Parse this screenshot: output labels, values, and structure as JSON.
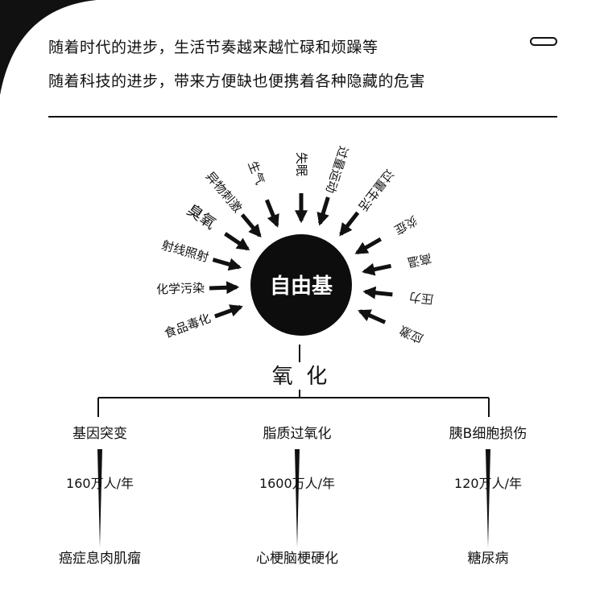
{
  "intro": {
    "line1": "随着时代的进步，生活节奏越来越忙碌和烦躁等",
    "line2": "随着科技的进步，带来方便缺也便携着各种隐藏的危害"
  },
  "hub": "自由基",
  "sources": [
    {
      "label": "食品毒化"
    },
    {
      "label": "化学污染"
    },
    {
      "label": "射线照射"
    },
    {
      "label": "臭氧",
      "big": true
    },
    {
      "label": "异物刺激"
    },
    {
      "label": "生气"
    },
    {
      "label": "失眠"
    },
    {
      "label": "过量运动"
    },
    {
      "label": "过量生活"
    },
    {
      "label": "炎症"
    },
    {
      "label": "高温"
    },
    {
      "label": "压力"
    },
    {
      "label": "应激"
    }
  ],
  "process": "氧  化",
  "branches": [
    {
      "cause": "基因突变",
      "rate": "160万人/年",
      "disease": "癌症息肉肌瘤"
    },
    {
      "cause": "脂质过氧化",
      "rate": "1600万人/年",
      "disease": "心梗脑梗硬化"
    },
    {
      "cause": "胰B细胞损伤",
      "rate": "120万人/年",
      "disease": "糖尿病"
    }
  ],
  "colors": {
    "ink": "#111111",
    "background": "#ffffff"
  }
}
